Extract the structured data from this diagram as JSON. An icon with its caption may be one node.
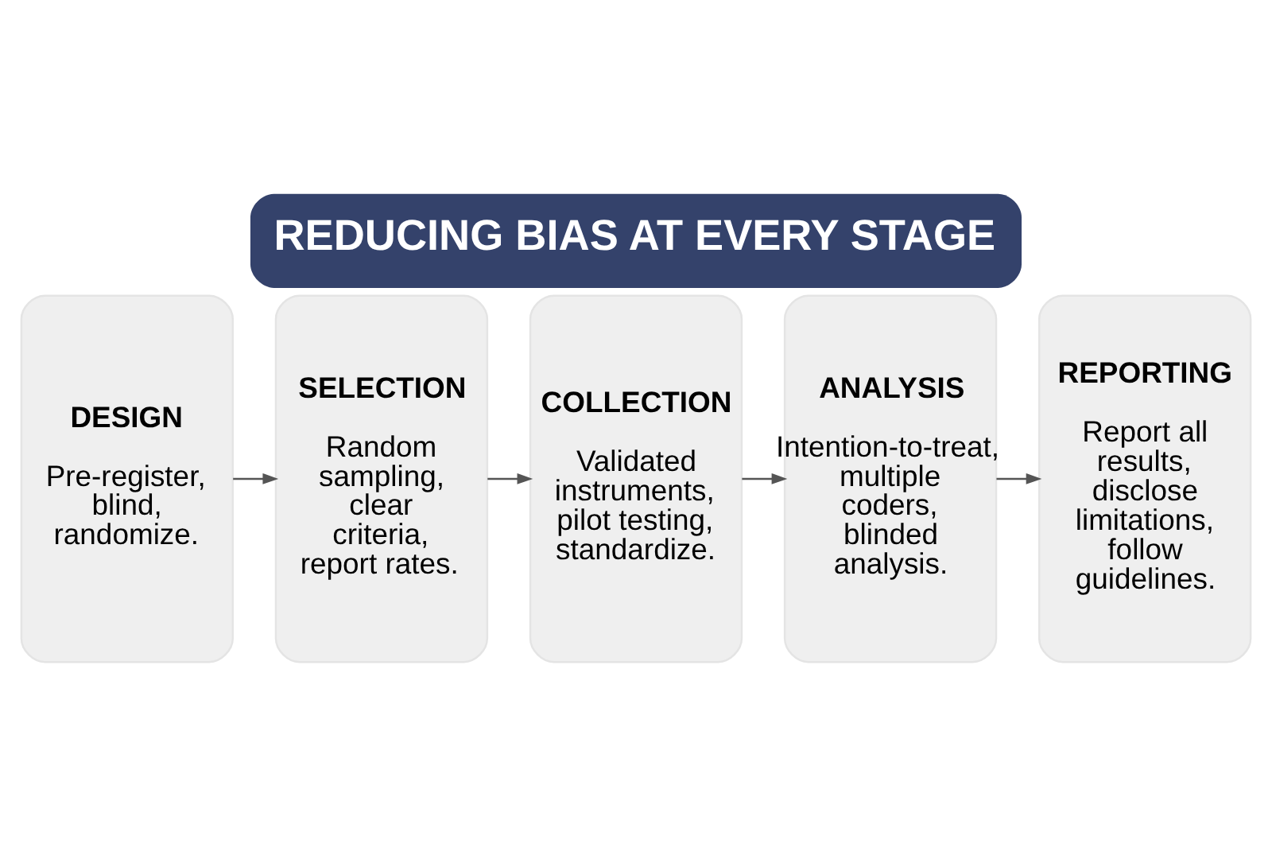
{
  "diagram": {
    "title": "REDUCING BIAS AT EVERY STAGE",
    "nodes": [
      {
        "text": [
          "DESIGN",
          "Pre-register, blind, randomize."
        ]
      },
      {
        "text": [
          "SELECTION",
          "Random sampling, clear criteria, report rates."
        ]
      },
      {
        "text": [
          "COLLECTION",
          "Validated instruments, pilot testing, standardize."
        ]
      },
      {
        "text": [
          "ANALYSIS",
          "Intention-to-treat, multiple coders, blinded analysis."
        ]
      },
      {
        "text": [
          "REPORTING",
          "Report all results, disclose limitations, follow guidelines."
        ]
      }
    ],
    "edges": [
      {
        "from": 0,
        "to": 1,
        "arrow": "to"
      },
      {
        "from": 1,
        "to": 2,
        "arrow": "to"
      },
      {
        "from": 2,
        "to": 3,
        "arrow": "to"
      },
      {
        "from": 3,
        "to": 4,
        "arrow": "to"
      }
    ]
  }
}
